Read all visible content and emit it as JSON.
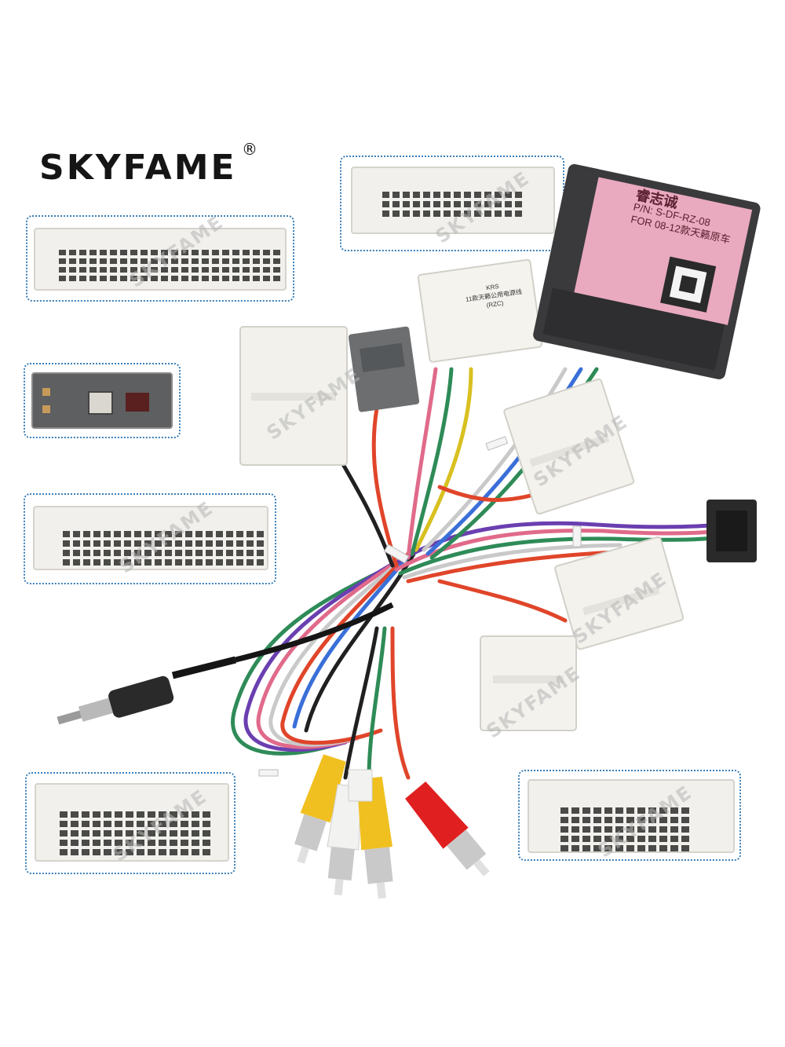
{
  "brand": {
    "name": "SKYFAME",
    "registered_mark": "®"
  },
  "module_label": {
    "line1": "睿志诚",
    "line2": "P/N: S-DF-RZ-08",
    "line3": "FOR 08-12款天籁原车"
  },
  "plug_label": {
    "line1": "KRS",
    "line2": "11款天籁公用电源线",
    "line3": "(RZC)"
  },
  "watermark": "SKYFAME",
  "colors": {
    "brand_text": "#151515",
    "inset_border": "#3a7fb8",
    "module_body": "#3a3a3c",
    "module_sticker": "#e9a9bf",
    "rca_yellow": "#f0c020",
    "rca_red": "#e02020",
    "rca_white": "#f2f2f0"
  }
}
